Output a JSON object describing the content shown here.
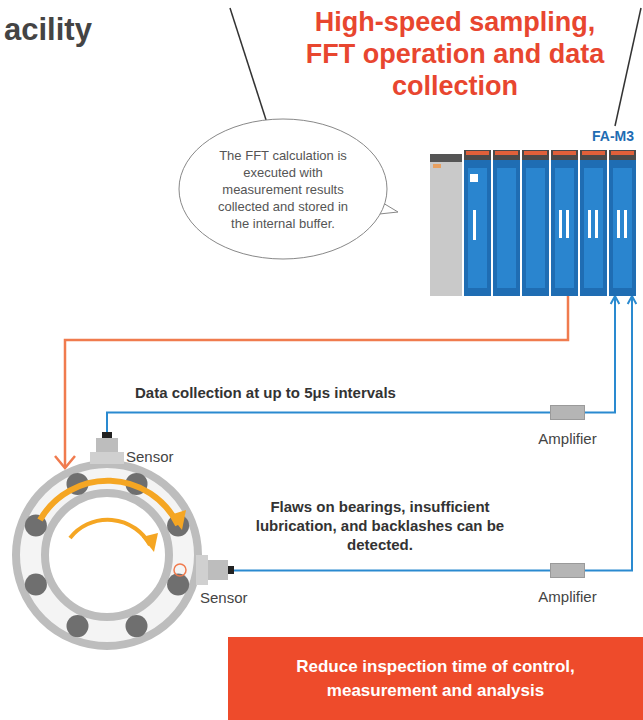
{
  "diagram": {
    "title": "acility",
    "nodes": [
      {
        "text": [
          "The FFT calculation is executed with measurement results collected and stored in the internal buffer."
        ]
      },
      {
        "text": [
          "FA-M3"
        ]
      },
      {
        "text": [
          "Sensor"
        ]
      },
      {
        "text": [
          "Amplifier"
        ]
      },
      {
        "text": [
          "Sensor"
        ]
      },
      {
        "text": [
          "Amplifier"
        ]
      },
      {
        "text": [
          "Reduce inspection time of control, measurement and analysis"
        ]
      }
    ],
    "edges": [
      {
        "from": 2,
        "to": 3,
        "arrow": "none",
        "label": "Data collection at up to 5μs intervals"
      },
      {
        "from": 3,
        "to": 1,
        "arrow": "to"
      },
      {
        "from": 4,
        "to": 5,
        "arrow": "none",
        "label": "Flaws on bearings, insufficient lubrication, and backlashes can be detected."
      },
      {
        "from": 5,
        "to": 1,
        "arrow": "to"
      }
    ],
    "labels": [
      "High-speed sampling, FFT operation and data collection"
    ]
  }
}
